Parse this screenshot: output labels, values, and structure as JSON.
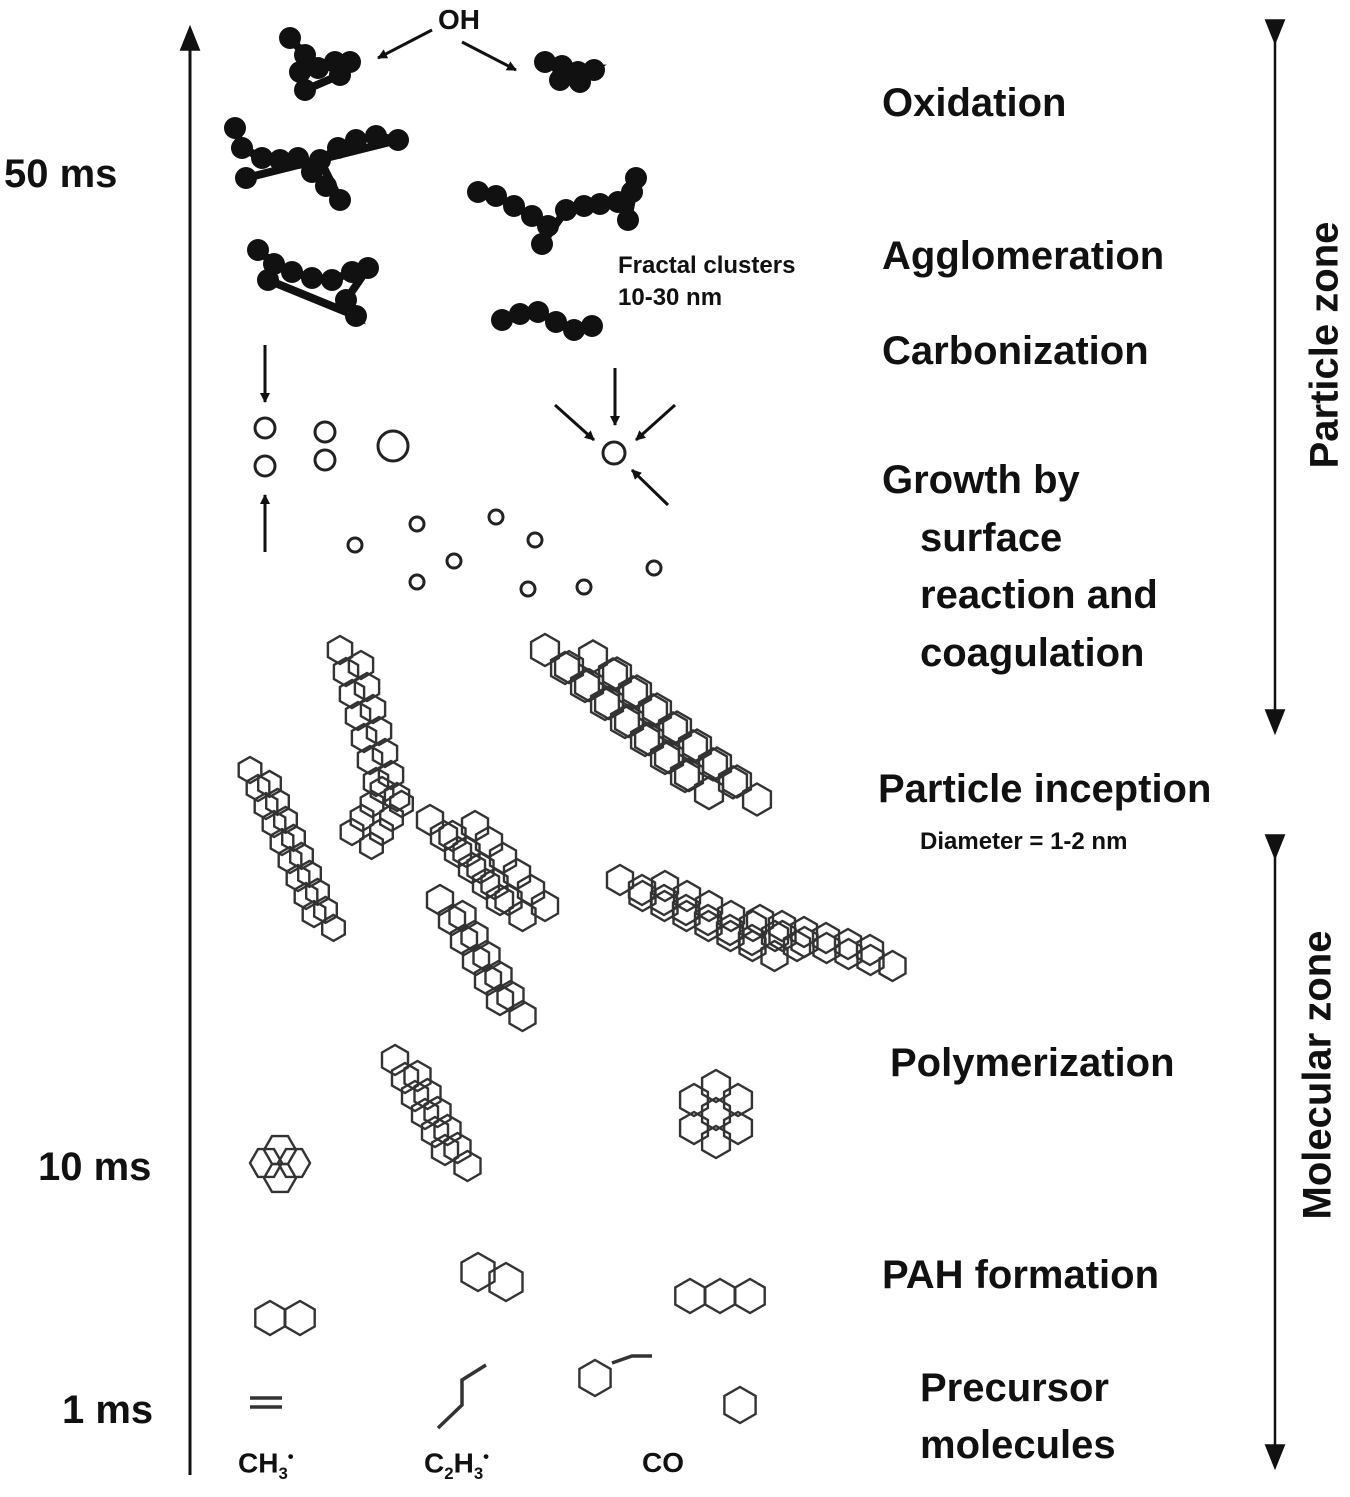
{
  "time_axis": {
    "labels": [
      {
        "key": "t50",
        "text": "50 ms"
      },
      {
        "key": "t10",
        "text": "10 ms"
      },
      {
        "key": "t1",
        "text": "1 ms"
      }
    ]
  },
  "stages": {
    "oxidation": "Oxidation",
    "agglomeration": "Agglomeration",
    "carbonization": "Carbonization",
    "growth_line1": "Growth by",
    "growth_line2": "surface",
    "growth_line3": "reaction and",
    "growth_line4": "coagulation",
    "inception": "Particle inception",
    "inception_note": "Diameter = 1-2 nm",
    "polymerization": "Polymerization",
    "pah": "PAH formation",
    "precursor_line1": "Precursor",
    "precursor_line2": "molecules"
  },
  "annotations": {
    "oh": "OH",
    "fractal_line1": "Fractal clusters",
    "fractal_line2": "10-30 nm"
  },
  "species": {
    "ch3_main": "CH",
    "ch3_sub": "3",
    "ch3_sup": "•",
    "c2h3_c": "C",
    "c2h3_c_sub": "2",
    "c2h3_h": "H",
    "c2h3_h_sub": "3",
    "c2h3_sup": "•",
    "co": "CO"
  },
  "zones": {
    "particle": "Particle zone",
    "molecular": "Molecular zone"
  },
  "icons": [
    "up-arrow-icon",
    "double-arrow-icon",
    "benzene-ring-icon",
    "soot-aggregate-icon",
    "particle-circle-icon"
  ]
}
